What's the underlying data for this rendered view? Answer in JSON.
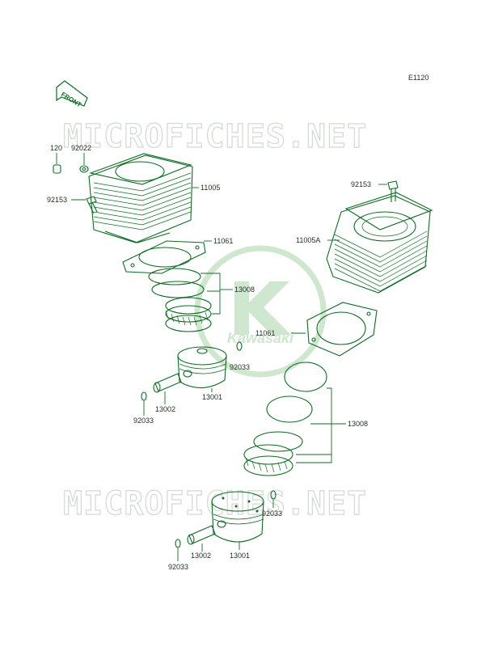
{
  "diagram_code": "E1120",
  "front_label": "FRONT",
  "watermark_text": "MICROFICHES.NET",
  "logo_text": "Kawasaki",
  "colors": {
    "ink": "#0f6a24",
    "label": "#1e2d1e",
    "watermark": "#d4d8d4",
    "logo": "#cfe6cf"
  },
  "labels": {
    "p120": "120",
    "p92022": "92022",
    "p92153_left": "92153",
    "p11005": "11005",
    "p11061_top": "11061",
    "p13008_top": "13008",
    "p92033_mid": "92033",
    "p13001_top": "13001",
    "p13002_top": "13002",
    "p92033_left": "92033",
    "p92153_right": "92153",
    "p11005A": "11005A",
    "p11061_right": "11061",
    "p13008_right": "13008",
    "p92033_low": "92033",
    "p13001_low": "13001",
    "p13002_low": "13002",
    "p92033_bottom": "92033"
  }
}
